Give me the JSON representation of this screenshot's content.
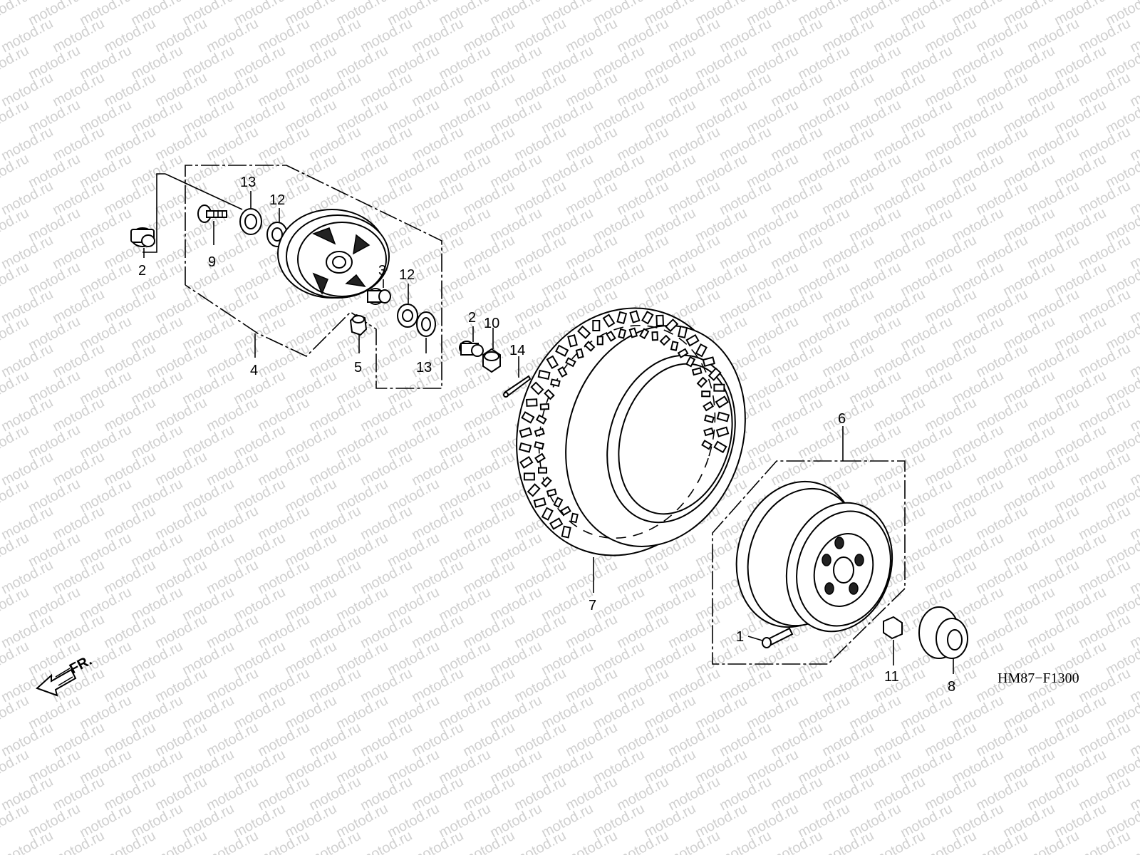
{
  "watermark": "motod.ru",
  "diagram_code": "HM87−F1300",
  "direction_label": "FR.",
  "callouts": {
    "c1": "1",
    "c2a": "2",
    "c2b": "2",
    "c3": "3",
    "c4": "4",
    "c5": "5",
    "c6": "6",
    "c7": "7",
    "c8": "8",
    "c9": "9",
    "c10": "10",
    "c11": "11",
    "c12a": "12",
    "c12b": "12",
    "c13a": "13",
    "c13b": "13",
    "c14": "14"
  }
}
